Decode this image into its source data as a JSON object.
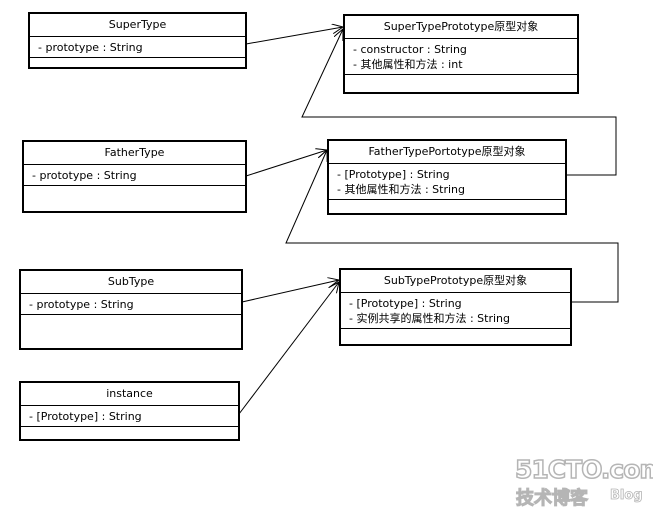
{
  "classes": {
    "super_type": {
      "name": "SuperType",
      "attrs": [
        "- prototype : String"
      ]
    },
    "super_proto": {
      "name": "SuperTypePrototype原型对象",
      "attrs": [
        "- constructor : String",
        "- 其他属性和方法 : int"
      ]
    },
    "father_type": {
      "name": "FatherType",
      "attrs": [
        "- prototype : String"
      ]
    },
    "father_proto": {
      "name": "FatherTypePortotype原型对象",
      "attrs": [
        "- [Prototype] : String",
        "- 其他属性和方法 : String"
      ]
    },
    "sub_type": {
      "name": "SubType",
      "attrs": [
        "- prototype : String"
      ]
    },
    "sub_proto": {
      "name": "SubTypePrototype原型对象",
      "attrs": [
        "- [Prototype] : String",
        "- 实例共享的属性和方法 : String"
      ]
    },
    "instance": {
      "name": "instance",
      "attrs": [
        "- [Prototype] : String"
      ]
    }
  },
  "watermark": {
    "site": "51CTO.com",
    "cn": "技术博客",
    "blog": "Blog"
  },
  "colors": {
    "line": "#000000",
    "watermark": "#b5b5b5"
  }
}
